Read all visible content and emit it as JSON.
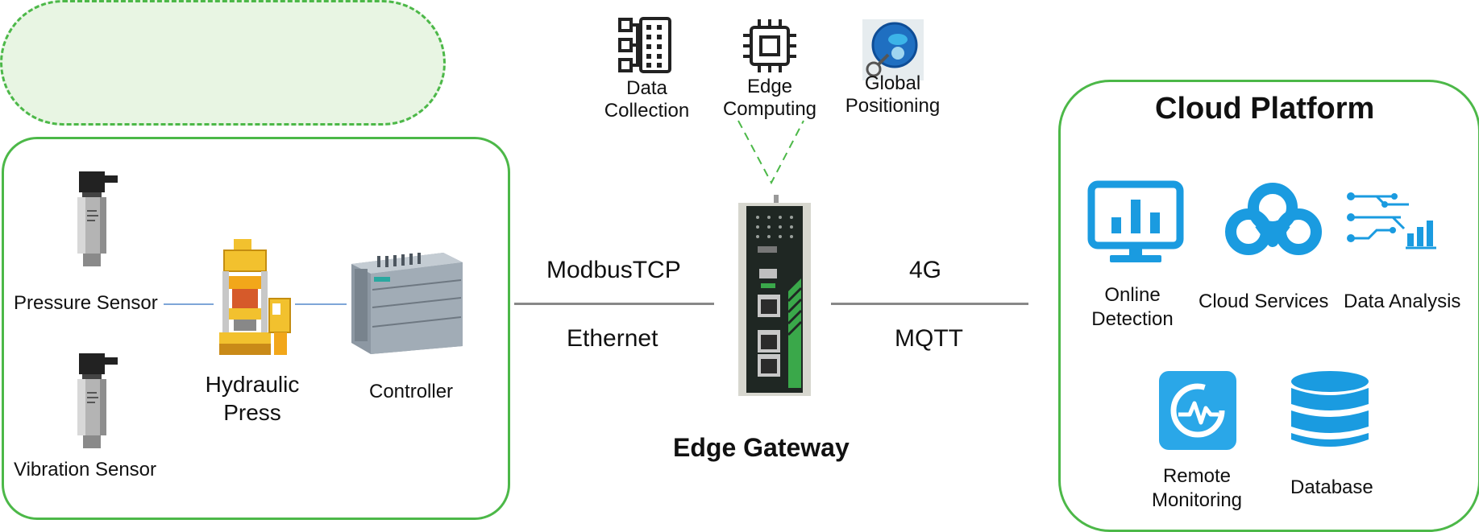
{
  "colors": {
    "panel_border": "#4cb848",
    "bubble_fill": "#e8f5e3",
    "icon_blue": "#1a9be0",
    "line_gray": "#888888",
    "wire_blue": "#7ea6d8"
  },
  "field": {
    "pressure_sensor": "Pressure Sensor",
    "vibration_sensor": "Vibration Sensor",
    "hydraulic_press": [
      "Hydraulic",
      "Press"
    ],
    "controller": "Controller"
  },
  "links": {
    "left_top": "ModbusTCP",
    "left_bottom": "Ethernet",
    "right_top": "4G",
    "right_bottom": "MQTT"
  },
  "gateway": {
    "title": "Edge Gateway"
  },
  "features": [
    {
      "icon": "data-collection-icon",
      "label": [
        "Data",
        "Collection"
      ]
    },
    {
      "icon": "edge-computing-icon",
      "label": [
        "Edge",
        "Computing"
      ]
    },
    {
      "icon": "global-positioning-icon",
      "label": [
        "Global",
        "Positioning"
      ]
    }
  ],
  "cloud": {
    "title": "Cloud Platform",
    "services": [
      {
        "icon": "monitor-chart-icon",
        "label": [
          "Online",
          "Detection"
        ]
      },
      {
        "icon": "cloud-icon",
        "label": [
          "Cloud Services"
        ]
      },
      {
        "icon": "data-analysis-icon",
        "label": [
          "Data Analysis"
        ]
      },
      {
        "icon": "remote-monitoring-icon",
        "label": [
          "Remote",
          "Monitoring"
        ]
      },
      {
        "icon": "database-icon",
        "label": [
          "Database"
        ]
      }
    ]
  }
}
